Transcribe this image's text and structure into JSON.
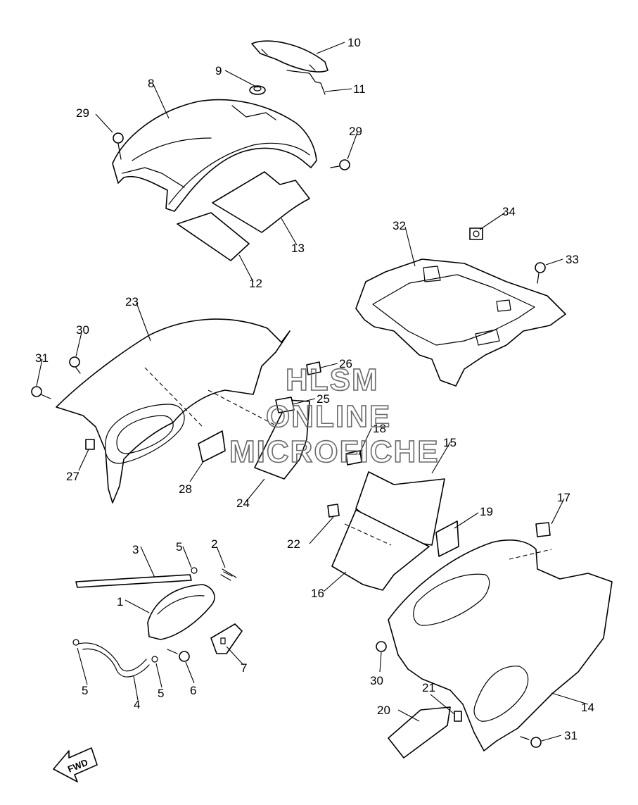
{
  "watermark": {
    "line1": "HLSM",
    "line2": "ONLINE",
    "line3": "MICROFICHE"
  },
  "direction_arrow": {
    "label": "FWD",
    "icon": "forward-arrow-icon"
  },
  "callouts": {
    "c1": "1",
    "c2": "2",
    "c3": "3",
    "c4": "4",
    "c5a": "5",
    "c5b": "5",
    "c5c": "5",
    "c6": "6",
    "c7": "7",
    "c8": "8",
    "c9": "9",
    "c10": "10",
    "c11": "11",
    "c12": "12",
    "c13": "13",
    "c14": "14",
    "c15": "15",
    "c16": "16",
    "c17": "17",
    "c18": "18",
    "c19": "19",
    "c20": "20",
    "c21": "21",
    "c22": "22",
    "c23": "23",
    "c24": "24",
    "c25": "25",
    "c26": "26",
    "c27": "27",
    "c28": "28",
    "c29a": "29",
    "c29b": "29",
    "c30a": "30",
    "c30b": "30",
    "c31a": "31",
    "c31b": "31",
    "c32": "32",
    "c33": "33",
    "c34": "34"
  }
}
